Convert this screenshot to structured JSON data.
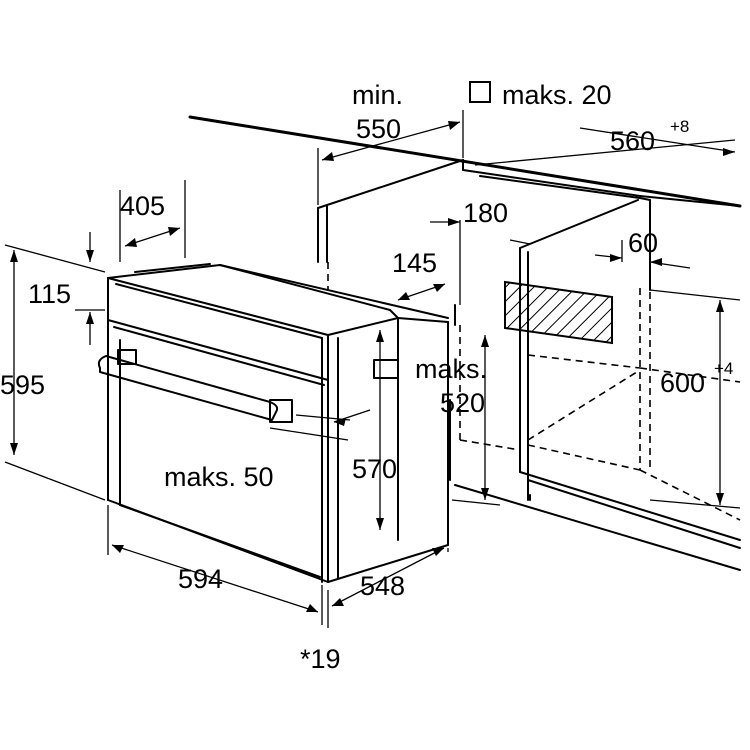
{
  "labels": {
    "min": "min.",
    "d550": "550",
    "maks20": "maks. 20",
    "d560": "560",
    "d560_sup": "+8",
    "d405": "405",
    "d180": "180",
    "d145": "145",
    "d60": "60",
    "d115": "115",
    "d595": "595",
    "maks": "maks.",
    "d520": "520",
    "d600": "600",
    "d600_sup": "+4",
    "d570": "570",
    "maks50": "maks. 50",
    "d594": "594",
    "d548": "548",
    "d19": "*19"
  },
  "icons": {
    "square": "square-icon"
  }
}
